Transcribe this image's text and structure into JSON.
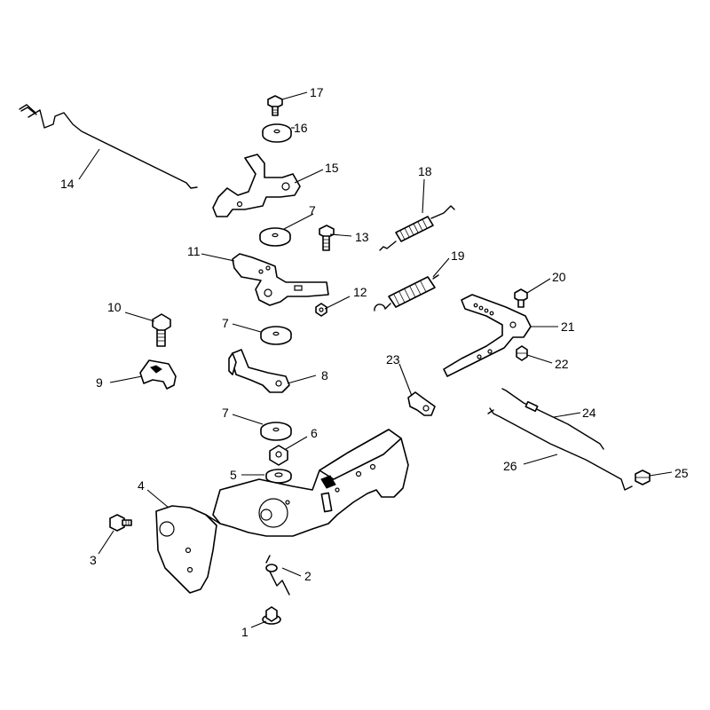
{
  "callouts": {
    "c1": "1",
    "c2": "2",
    "c3": "3",
    "c4": "4",
    "c5": "5",
    "c6": "6",
    "c7a": "7",
    "c7b": "7",
    "c7c": "7",
    "c8": "8",
    "c9": "9",
    "c10": "10",
    "c11": "11",
    "c12": "12",
    "c13": "13",
    "c14": "14",
    "c15": "15",
    "c16": "16",
    "c17": "17",
    "c18": "18",
    "c19": "19",
    "c20": "20",
    "c21": "21",
    "c22": "22",
    "c23": "23",
    "c24": "24",
    "c25": "25",
    "c26": "26"
  }
}
